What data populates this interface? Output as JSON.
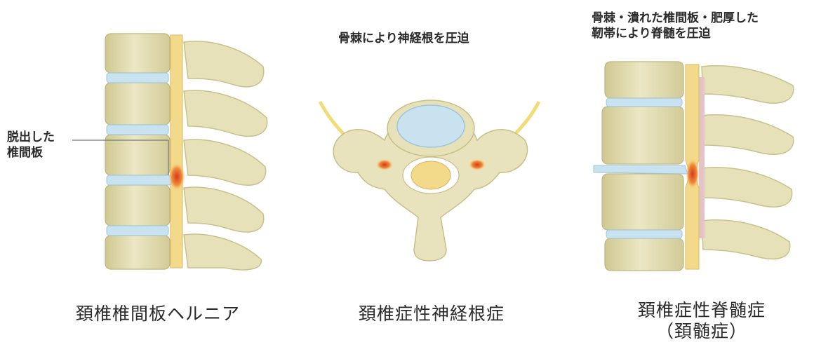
{
  "panels": [
    {
      "annotation_lines": [
        "脱出した",
        "椎間板"
      ],
      "caption_lines": [
        "頚椎椎間板ヘルニア"
      ]
    },
    {
      "annotation_lines": [
        "骨棘により神経根を圧迫"
      ],
      "caption_lines": [
        "頚椎症性神経根症"
      ]
    },
    {
      "annotation_lines": [
        "骨棘・潰れた椎間板・肥厚した",
        "靭帯により脊髄を圧迫"
      ],
      "caption_lines": [
        "頚椎症性脊髄症",
        "（頚髄症）"
      ]
    }
  ],
  "colors": {
    "bone": "#e9e4bd",
    "bone_shade": "#cfc892",
    "disc": "#c9e2ef",
    "spinal_cord": "#f3d98a",
    "compression": "#e2542b",
    "ligament": "#e3c3c6"
  }
}
